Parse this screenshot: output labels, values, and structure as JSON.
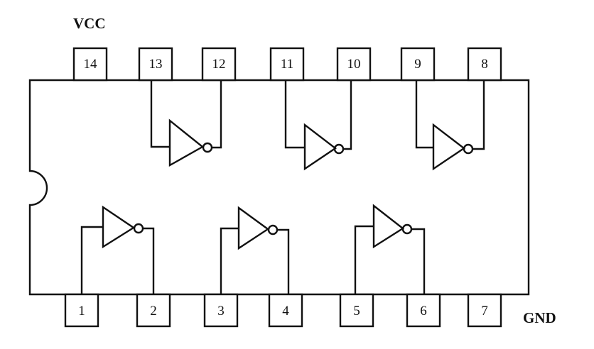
{
  "labels": {
    "vcc": "VCC",
    "gnd": "GND"
  },
  "pins": {
    "top": [
      "14",
      "13",
      "12",
      "11",
      "10",
      "9",
      "8"
    ],
    "bottom": [
      "1",
      "2",
      "3",
      "4",
      "5",
      "6",
      "7"
    ]
  },
  "gates": [
    {
      "name": "inverter-1",
      "input_pin": "1",
      "output_pin": "2"
    },
    {
      "name": "inverter-2",
      "input_pin": "3",
      "output_pin": "4"
    },
    {
      "name": "inverter-3",
      "input_pin": "5",
      "output_pin": "6"
    },
    {
      "name": "inverter-4",
      "input_pin": "13",
      "output_pin": "12"
    },
    {
      "name": "inverter-5",
      "input_pin": "11",
      "output_pin": "10"
    },
    {
      "name": "inverter-6",
      "input_pin": "9",
      "output_pin": "8"
    }
  ]
}
